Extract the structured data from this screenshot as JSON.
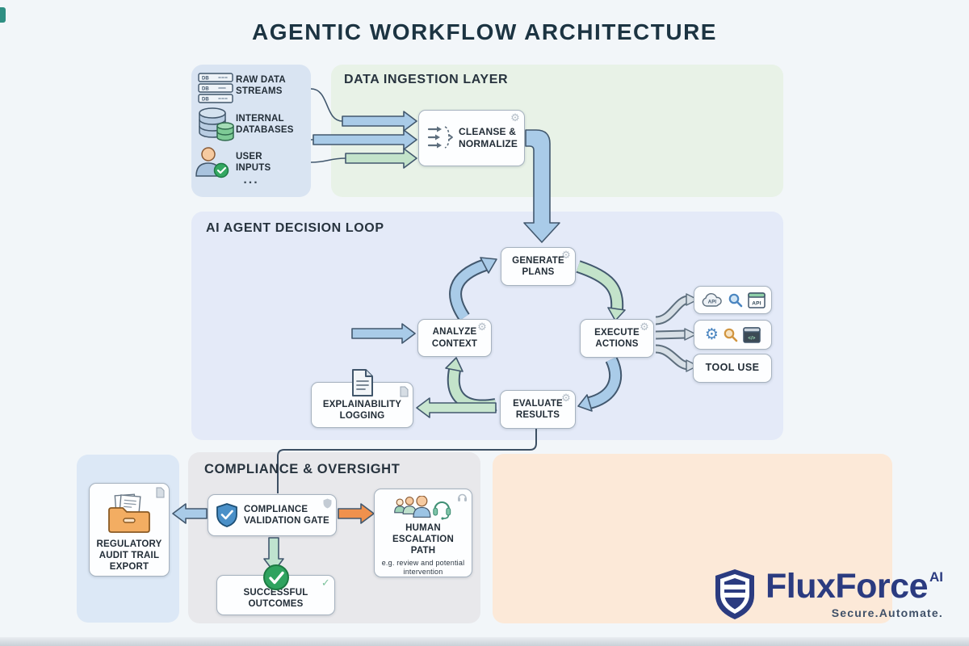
{
  "title": "AGENTIC WORKFLOW ARCHITECTURE",
  "ingestion": {
    "header": "DATA INGESTION LAYER",
    "sources": [
      {
        "icon": "server-stack-icon",
        "label": "RAW DATA STREAMS"
      },
      {
        "icon": "databases-icon",
        "label": "INTERNAL DATABASES"
      },
      {
        "icon": "user-inputs-icon",
        "label": "USER INPUTS"
      }
    ],
    "more_indicator": "...",
    "db_label": "DB",
    "cleanse_label": "CLEANSE & NORMALIZE"
  },
  "loop": {
    "header": "AI AGENT DECISION LOOP",
    "generate_label": "GENERATE PLANS",
    "analyze_label": "ANALYZE CONTEXT",
    "execute_label": "EXECUTE ACTIONS",
    "evaluate_label": "EVALUATE RESULTS",
    "logging_label": "EXPLAINABILITY LOGGING",
    "tools": {
      "cloud_api_label": "API",
      "window_api_label": "API",
      "code_label": "</>",
      "tool_use_label": "TOOL USE"
    }
  },
  "compliance": {
    "header": "COMPLIANCE & OVERSIGHT",
    "gate_label": "COMPLIANCE VALIDATION GATE",
    "human_label": "HUMAN ESCALATION PATH",
    "human_sublabel": "e.g. review and potential intervention",
    "outcomes_label": "SUCCESSFUL OUTCOMES",
    "audit_label": "REGULATORY AUDIT TRAIL EXPORT"
  },
  "brand": {
    "name": "FluxForce",
    "suffix": "AI",
    "tagline": "Secure.Automate."
  },
  "icons": {
    "gear": "⚙",
    "check": "✓"
  },
  "colors": {
    "background": "#f2f6f9",
    "arrow_blue": "#a9cbe8",
    "arrow_green": "#c3e3ca",
    "arrow_gray": "#d7dfe6",
    "arrow_orange": "#f0914d",
    "outline_dark": "#42586e",
    "panel_green": "#e8f2e7",
    "panel_blue": "#e4eaf8",
    "panel_peach": "#fce9d8",
    "panel_gray": "#e8e8eb",
    "success_green": "#2fa35f",
    "brand_navy": "#2b3b80"
  }
}
